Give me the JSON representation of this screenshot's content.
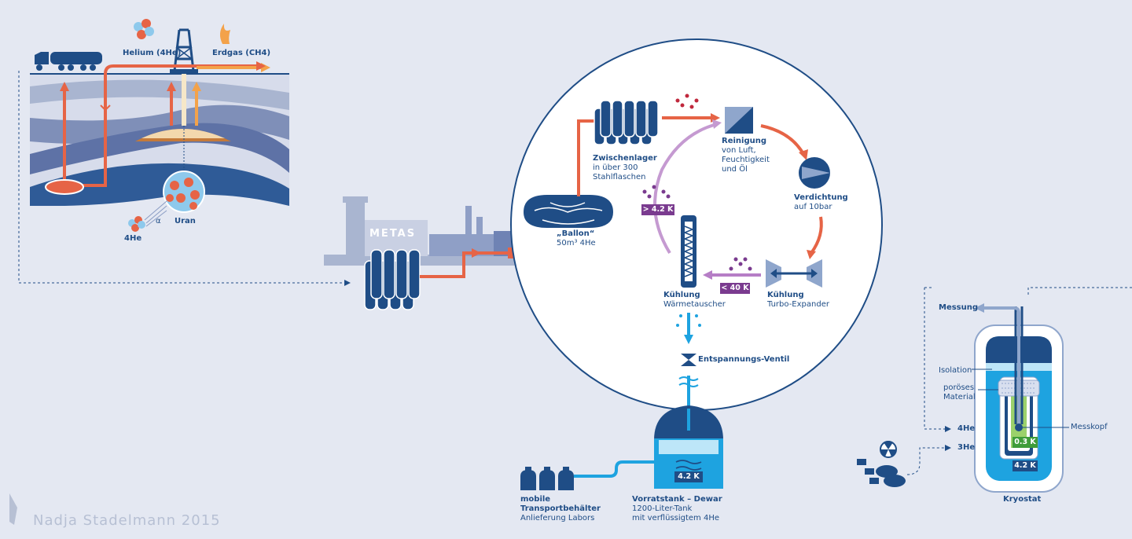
{
  "geology": {
    "helium_label": "Helium (4He)",
    "gas_label": "Erdgas (CH4)",
    "uranium_label": "Uran",
    "alpha_label": "α",
    "he4_label": "4He"
  },
  "facility": {
    "metas_label": "METAS"
  },
  "process": {
    "storage_title": "Zwischenlager",
    "storage_text_1": "in über 300",
    "storage_text_2": "Stahlflaschen",
    "balloon_title": "„Ballon“",
    "balloon_text": "50m³ 4He",
    "purification_title": "Reinigung",
    "purification_text_1": "von Luft,",
    "purification_text_2": "Feuchtigkeit",
    "purification_text_3": "und Öl",
    "compression_title": "Verdichtung",
    "compression_text": "auf 10bar",
    "turbo_title": "Kühlung",
    "turbo_text": "Turbo-Expander",
    "heatex_title": "Kühlung",
    "heatex_text": "Wärmetauscher",
    "temp_high": "> 4.2 K",
    "temp_mid": "< 40 K",
    "valve_label": "Entspannungs-Ventil"
  },
  "dewar": {
    "temp": "4.2 K",
    "title": "Vorratstank – Dewar",
    "text_1": "1200-Liter-Tank",
    "text_2": "mit verflüssigtem 4He"
  },
  "mobile": {
    "title_1": "mobile",
    "title_2": "Transportbehälter",
    "text": "Anlieferung Labors"
  },
  "cryostat": {
    "measure_label": "Messung",
    "insulation_label": "Isolation",
    "porous_label_1": "poröses",
    "porous_label_2": "Material",
    "he4_label": "4He",
    "he3_label": "3He",
    "probe_label": "Messkopf",
    "temp_low": "0.3 K",
    "temp_bath": "4.2 K",
    "title": "Kryostat"
  },
  "credit": "Nadja Stadelmann 2015",
  "colors": {
    "background": "#e4e8f2",
    "navy": "#1f4d86",
    "orange_red": "#e66446",
    "orange": "#f3a24a",
    "violet": "#7a3b8f",
    "lilac": "#c59ad1",
    "cyan": "#1ea3e0"
  }
}
